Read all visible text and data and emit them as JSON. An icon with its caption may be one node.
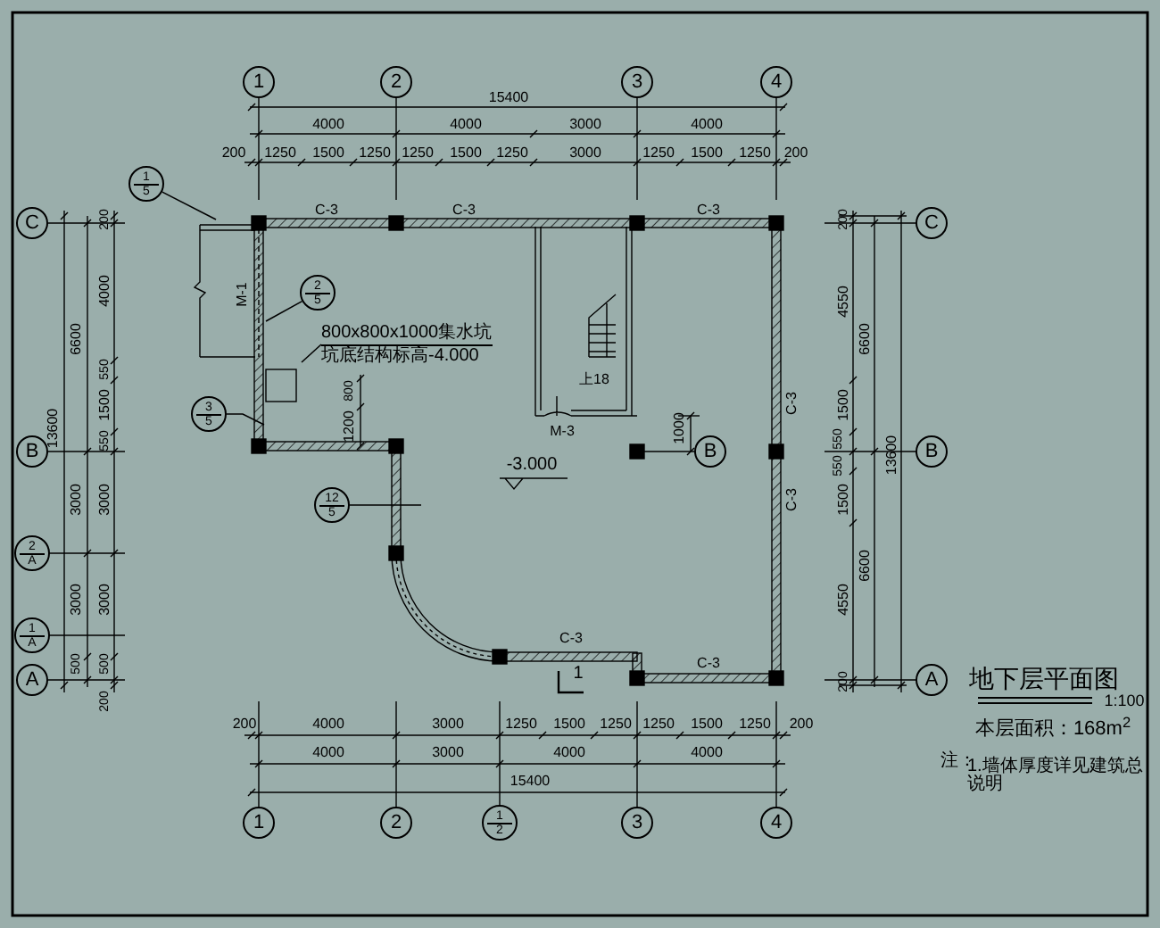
{
  "diagram": {
    "nodes": [
      {
        "text": [
          "1"
        ]
      },
      {
        "text": [
          "2"
        ]
      },
      {
        "text": [
          "3"
        ]
      },
      {
        "text": [
          "4"
        ]
      },
      {
        "text": [
          "1",
          "5"
        ]
      },
      {
        "text": [
          "C"
        ]
      },
      {
        "text": [
          "C"
        ]
      },
      {
        "text": [
          "2",
          "5"
        ]
      },
      {
        "text": [
          "800x800x1000集水坑",
          "坑底结构标高-4.000"
        ]
      },
      {
        "text": [
          "3",
          "5"
        ]
      },
      {
        "text": [
          "B"
        ]
      },
      {
        "text": [
          "B"
        ]
      },
      {
        "text": [
          "B"
        ]
      },
      {
        "text": [
          "12",
          "5"
        ]
      },
      {
        "text": [
          "2",
          "A"
        ]
      },
      {
        "text": [
          "1",
          "A"
        ]
      },
      {
        "text": [
          "A"
        ]
      },
      {
        "text": [
          "A"
        ]
      },
      {
        "text": [
          "1"
        ]
      },
      {
        "text": [
          "2"
        ]
      },
      {
        "text": [
          "1",
          "2"
        ]
      },
      {
        "text": [
          "3"
        ]
      },
      {
        "text": [
          "4"
        ]
      }
    ],
    "edges": [
      {
        "from": 4,
        "to": null,
        "arrow": "none"
      },
      {
        "from": 7,
        "to": null,
        "arrow": "none"
      },
      {
        "from": 8,
        "to": null,
        "arrow": "none"
      },
      {
        "from": 9,
        "to": null,
        "arrow": "none"
      },
      {
        "from": 13,
        "to": null,
        "arrow": "none"
      }
    ],
    "labels": [
      "15400",
      "4000",
      "4000",
      "3000",
      "4000",
      "200",
      "1250",
      "1500",
      "1250",
      "1250",
      "1500",
      "1250",
      "3000",
      "1250",
      "1500",
      "1250",
      "200",
      "C-3",
      "C-3",
      "C-3",
      "200",
      "200",
      "4000",
      "M-1",
      "4550",
      "6600",
      "6600",
      "550",
      "上18",
      "800",
      "1500",
      "C-3",
      "1500",
      "13600",
      "1200",
      "M-3",
      "1000",
      "550",
      "550",
      "-3.000",
      "550",
      "13600",
      "3000",
      "3000",
      "C-3",
      "1500",
      "6600",
      "3000",
      "3000",
      "4550",
      "C-3",
      "500",
      "500",
      "C-3",
      "1",
      "200",
      "200",
      "200",
      "4000",
      "3000",
      "1250",
      "1500",
      "1250",
      "1250",
      "1500",
      "1250",
      "200",
      "4000",
      "3000",
      "4000",
      "4000",
      "15400",
      "地下层平面图",
      "1:100",
      "本层面积：168m$^{2}$",
      "注：",
      "1.墙体厚度详见建筑总说明"
    ]
  }
}
